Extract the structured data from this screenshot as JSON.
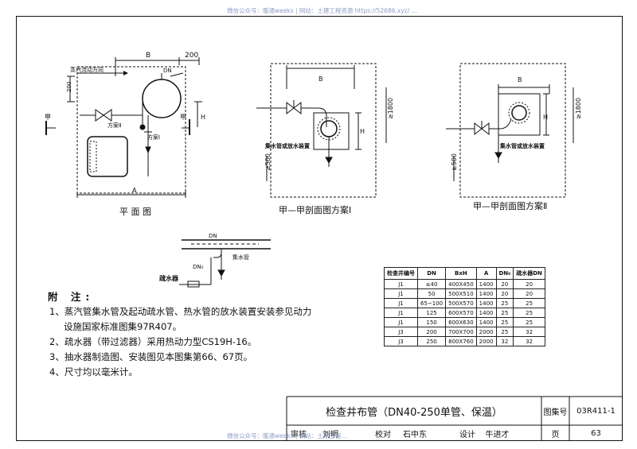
{
  "watermark_top": "微信公众号：暖通weeks  |  网站：土建工程资源 https://52686.xyz/ ...",
  "watermark_bottom": "微信公众号：暖通weeks  |  网站：土建工程...",
  "plan": {
    "caption": "平 面 图",
    "steam_direction": "蒸汽流动方向",
    "label_B": "B",
    "dim_200_top": "200",
    "dim_200_left": "200",
    "label_DN": "DN",
    "label_jia": "甲",
    "scheme2": "方案Ⅱ",
    "scheme1": "方案Ⅰ",
    "label_A": "A",
    "label_H": "H"
  },
  "section1": {
    "caption": "甲—甲剖面图方案Ⅰ",
    "label_B": "B",
    "label_H": "H",
    "dim_1800": "≥1800",
    "dim_500": "≥500",
    "drain_label": "集水管或放水装置"
  },
  "section2": {
    "caption": "甲—甲剖面图方案Ⅱ",
    "label_B": "B",
    "label_H": "H",
    "dim_1800": "≥1800",
    "dim_500": "≥500",
    "drain_label": "集水管或放水装置"
  },
  "detail": {
    "label_DN": "DN",
    "label_DN0": "DN₀",
    "collector": "集水管",
    "trap": "疏水器"
  },
  "notes": {
    "heading": "附 注:",
    "items": [
      "1、蒸汽管集水管及起动疏水管、热水管的放水装置安装参见动力",
      "设施国家标准图集97R407。",
      "2、疏水器（带过滤器）采用热动力型CS19H-16。",
      "3、抽水器制造图、安装图见本图集第66、67页。",
      "4、尺寸均以毫米计。"
    ]
  },
  "table": {
    "headers": [
      "检查井编号",
      "DN",
      "BxH",
      "A",
      "DN₀",
      "疏水器DN"
    ],
    "rows": [
      [
        "J1",
        "≤40",
        "400X450",
        "1400",
        "20",
        "20"
      ],
      [
        "J1",
        "50",
        "500X510",
        "1400",
        "20",
        "20"
      ],
      [
        "J1",
        "65~100",
        "500X570",
        "1400",
        "25",
        "25"
      ],
      [
        "J1",
        "125",
        "600X570",
        "1400",
        "25",
        "25"
      ],
      [
        "J1",
        "150",
        "600X630",
        "1400",
        "25",
        "25"
      ],
      [
        "J3",
        "200",
        "700X700",
        "2000",
        "25",
        "32"
      ],
      [
        "J3",
        "250",
        "800X760",
        "2000",
        "32",
        "32"
      ]
    ]
  },
  "title_block": {
    "title": "检查井布管（DN40-250单管、保温）",
    "atlas_label": "图集号",
    "atlas_no": "03R411-1",
    "review": "审核",
    "reviewer": "刘明",
    "check": "校对",
    "checker": "石中东",
    "design": "设计",
    "designer": "牛进才",
    "page_label": "页",
    "page_no": "63"
  }
}
